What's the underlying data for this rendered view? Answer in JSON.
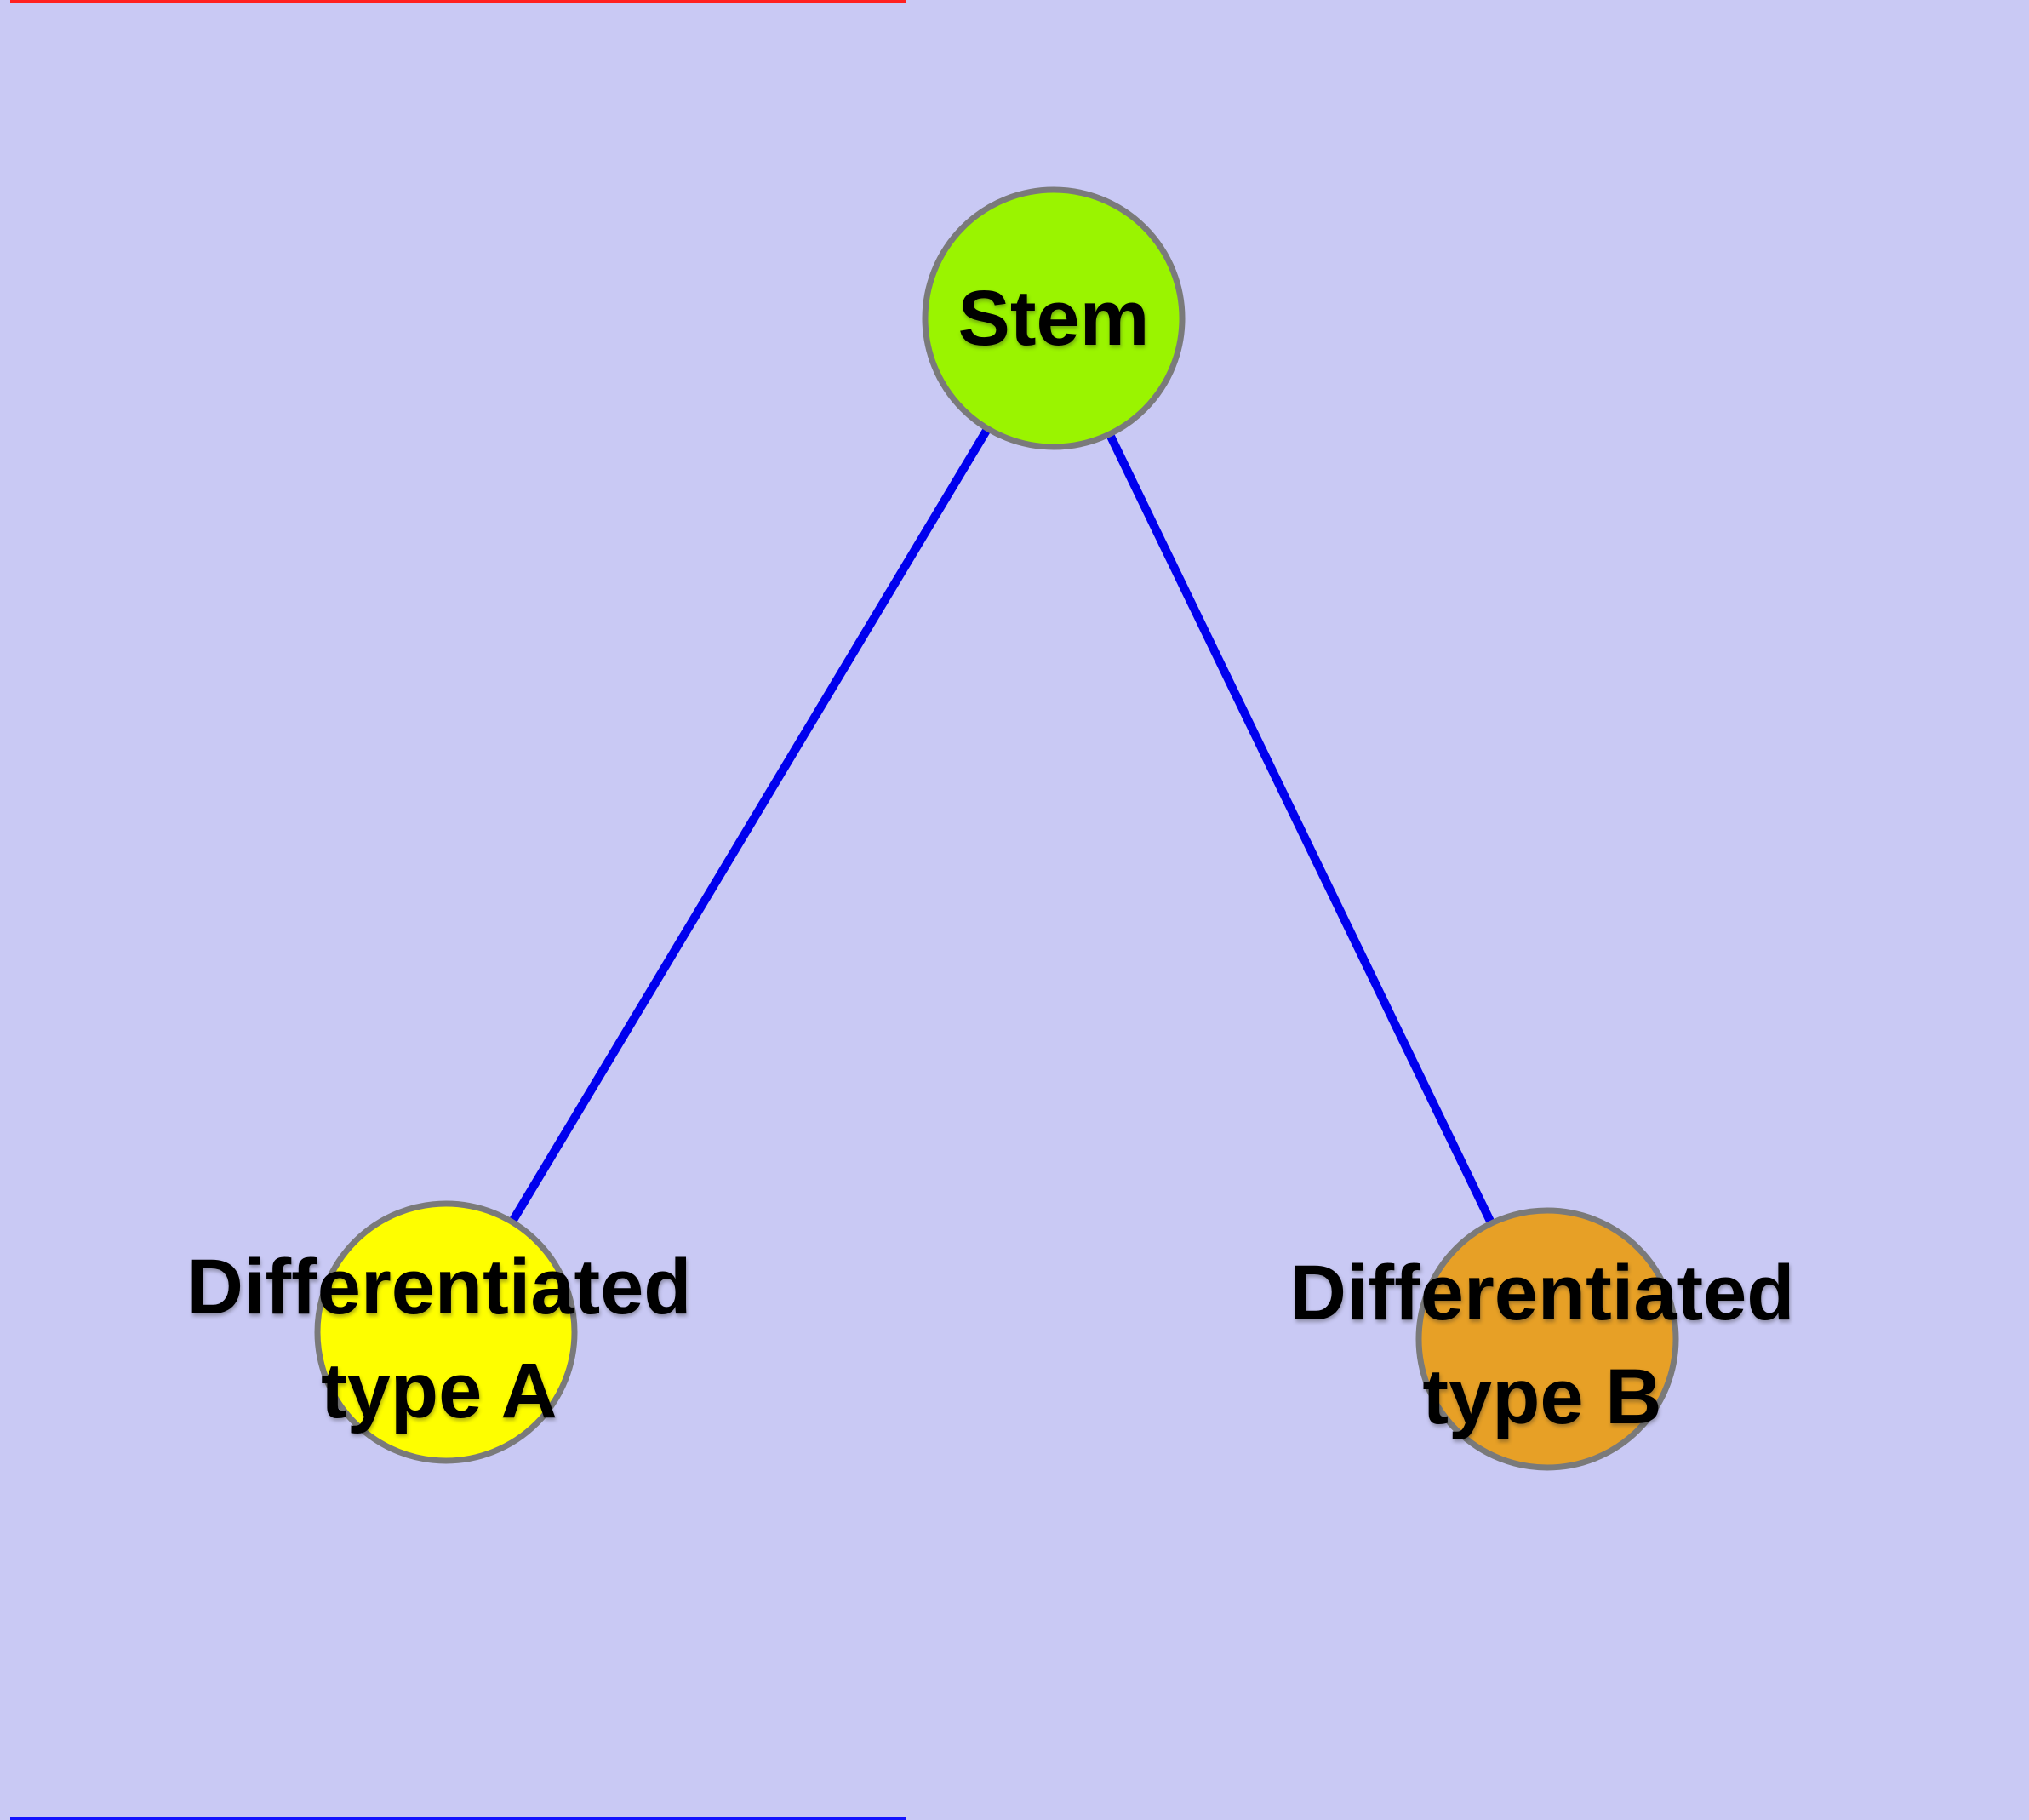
{
  "canvas": {
    "background": "#C9C9F4"
  },
  "graph": {
    "node_border_color": "#7A7A7A",
    "edge_color": "#0000EE",
    "nodes": [
      {
        "id": "stem",
        "lines": [
          "Stem"
        ],
        "fill": "#9AF400"
      },
      {
        "id": "differentiated-type-a",
        "lines": [
          "Differentiated",
          "type A"
        ],
        "fill": "#FEFE00"
      },
      {
        "id": "differentiated-type-b",
        "lines": [
          "Differentiated",
          "type B"
        ],
        "fill": "#E7A026"
      }
    ],
    "edges": [
      {
        "from": "Stem",
        "to": "Differentiated type A"
      },
      {
        "from": "Stem",
        "to": "Differentiated type B"
      }
    ]
  },
  "decorations": {
    "top_line_color": "#FF2020",
    "bottom_line_color": "#1414FF"
  }
}
